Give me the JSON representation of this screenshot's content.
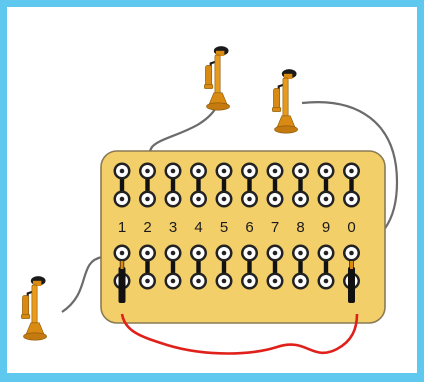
{
  "colors": {
    "frame": "#5ec8ee",
    "board": "#f3cf6a",
    "board_border": "#8a7a55",
    "jack_ring": "#222222",
    "jack_hole": "#ffffff",
    "strap": "#111111",
    "cord_gray": "#6b6b6b",
    "cord_red": "#e0201a",
    "phone_gold": "#d98a12",
    "phone_dark": "#1a1a1a"
  },
  "board": {
    "column_labels": [
      "1",
      "2",
      "3",
      "4",
      "5",
      "6",
      "7",
      "8",
      "9",
      "0"
    ]
  },
  "illustration": {
    "telephones": [
      {
        "name": "top-left telephone",
        "icon": "candlestick-telephone-icon"
      },
      {
        "name": "top-right telephone",
        "icon": "candlestick-telephone-icon"
      },
      {
        "name": "bottom-left telephone",
        "icon": "candlestick-telephone-icon"
      }
    ],
    "cords": [
      {
        "from": "top-left telephone",
        "to": "jack column 2",
        "color": "gray"
      },
      {
        "from": "top-right telephone",
        "to": "jack column 0",
        "color": "gray"
      },
      {
        "from": "bottom-left telephone",
        "to": "jack column 1",
        "color": "gray"
      },
      {
        "from": "plug column 1",
        "to": "plug column 0",
        "color": "red"
      }
    ]
  }
}
